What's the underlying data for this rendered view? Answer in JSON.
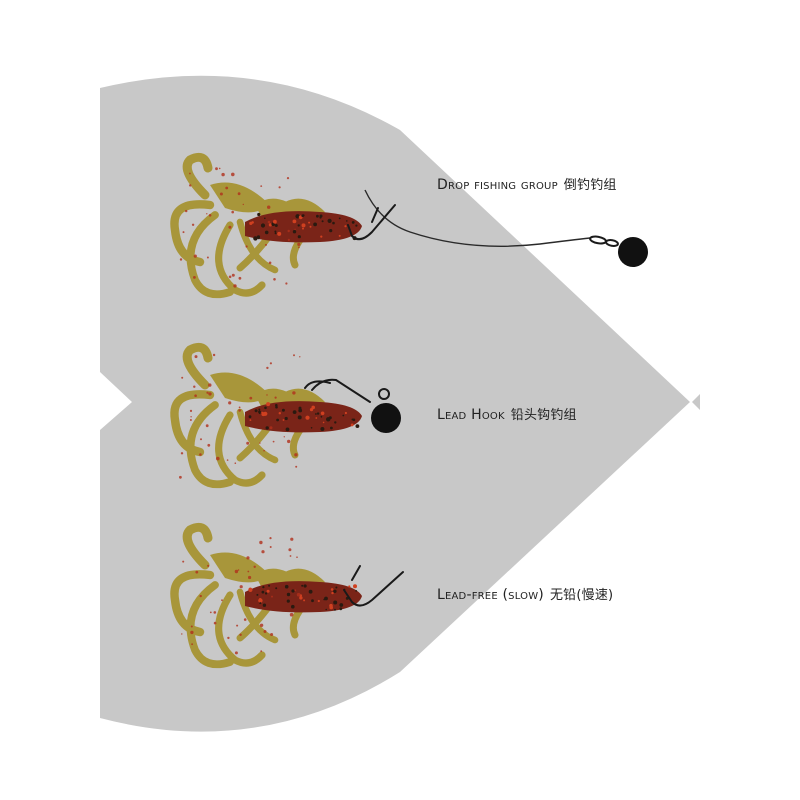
{
  "colors": {
    "background": "#ffffff",
    "heart_shape": "#c8c8c8",
    "lure_body": "#7a2418",
    "lure_speckle_body": "#2a1a10",
    "lure_tentacle": "#a8963a",
    "lure_speckle_tentacle": "#b0301c",
    "hook": "#1a1a1a",
    "line": "#2a2a2a",
    "weight": "#111111",
    "text": "#222222"
  },
  "rigs": [
    {
      "label": "Drop fishing group",
      "label_cn": "倒钓钓组",
      "parts": [
        "soft-lure-icon",
        "hook-icon",
        "fishing-line-icon",
        "swivel-icon",
        "sinker-weight-icon"
      ]
    },
    {
      "label": "Lead Hook",
      "label_cn": "铅头钩钓组",
      "parts": [
        "soft-lure-icon",
        "hook-icon",
        "jig-head-weight-icon"
      ]
    },
    {
      "label": "Lead-free (slow)",
      "label_cn": "无铅(慢速)",
      "parts": [
        "soft-lure-icon",
        "hook-icon"
      ]
    }
  ]
}
